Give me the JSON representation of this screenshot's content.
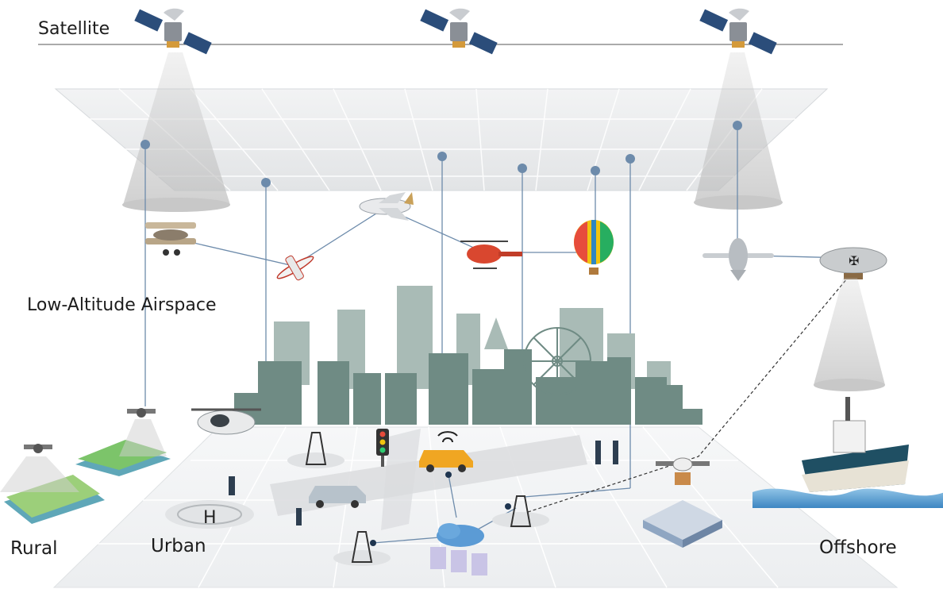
{
  "labels": {
    "satellite": "Satellite",
    "airspace": "Low-Altitude Airspace",
    "rural": "Rural",
    "urban": "Urban",
    "offshore": "Offshore"
  },
  "helipad_letter": "H",
  "icons": {
    "satellites": [
      "satellite-icon",
      "satellite-icon",
      "satellite-icon"
    ],
    "aircraft": [
      "biplane-icon",
      "light-plane-icon",
      "cargo-plane-icon",
      "helicopter-icon",
      "hot-air-balloon-icon",
      "military-drone-icon",
      "airship-icon"
    ],
    "ground": [
      "evtol-icon",
      "agri-drone-icon",
      "cell-tower-icon",
      "traffic-light-icon",
      "taxi-icon",
      "car-icon",
      "cloud-server-icon",
      "warehouse-icon",
      "delivery-drone-icon",
      "ship-icon"
    ]
  },
  "colors": {
    "connector": "#6d8bab",
    "city": "#6f8b84",
    "city_light": "#a9bbb6",
    "beam": "#d7d7d7",
    "plane": "#e4e6e8"
  }
}
